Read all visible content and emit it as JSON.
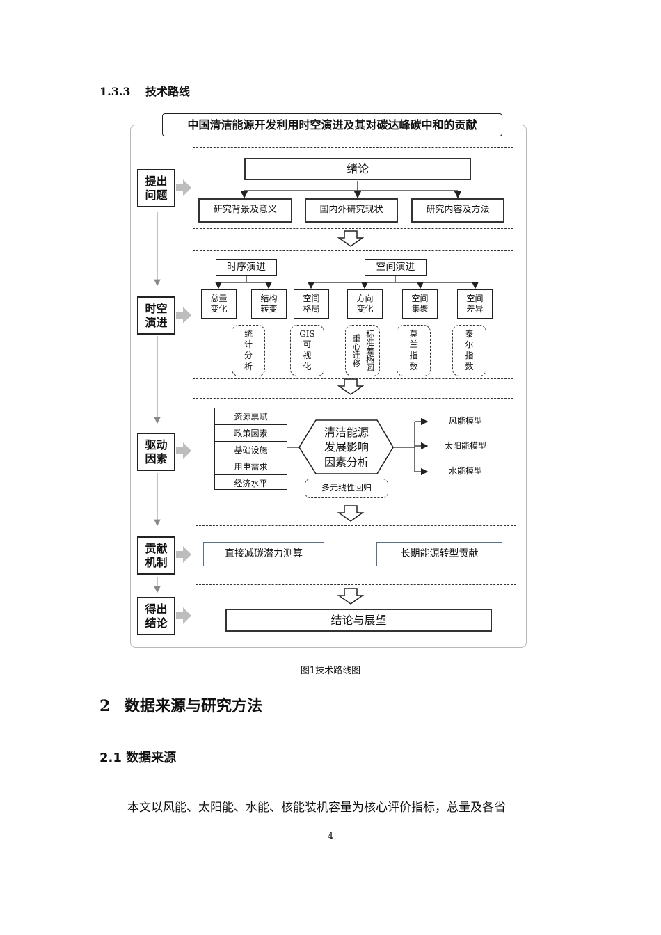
{
  "section_133": {
    "number": "1.3.3",
    "title": "技术路线"
  },
  "diagram": {
    "title": "中国清洁能源开发利用时空演进及其对碳达峰碳中和的贡献",
    "stages": [
      "提出\n问题",
      "时空\n演进",
      "驱动\n因素",
      "贡献\n机制",
      "得出\n结论"
    ],
    "intro": {
      "main": "绪论",
      "subs": [
        "研究背景及意义",
        "国内外研究现状",
        "研究内容及方法"
      ]
    },
    "spacetime": {
      "temporal": "时序演进",
      "spatial": "空间演进",
      "items": [
        "总量\n变化",
        "结构\n转变",
        "空间\n格局",
        "方向\n变化",
        "空间\n集聚",
        "空间\n差异"
      ],
      "methods": [
        "统\n计\n分\n析",
        "GIS\n可\n视\n化",
        "重心迁移",
        "标准差椭圆",
        "莫\n兰\n指\n数",
        "泰\n尔\n指\n数"
      ]
    },
    "drivers": {
      "factors": [
        "资源禀赋",
        "政策因素",
        "基础设施",
        "用电需求",
        "经济水平"
      ],
      "center": "清洁能源\n发展影响\n因素分析",
      "models": [
        "风能模型",
        "太阳能模型",
        "水能模型"
      ],
      "method": "多元线性回归"
    },
    "contribution": [
      "直接减碳潜力测算",
      "长期能源转型贡献"
    ],
    "conclusion": "结论与展望"
  },
  "caption": "图1技术路线图",
  "section_2": {
    "number": "2",
    "title": "数据来源与研究方法"
  },
  "section_21": {
    "title": "2.1 数据来源"
  },
  "paragraph": "本文以风能、太阳能、水能、核能装机容量为核心评价指标，总量及各省",
  "page_number": "4"
}
